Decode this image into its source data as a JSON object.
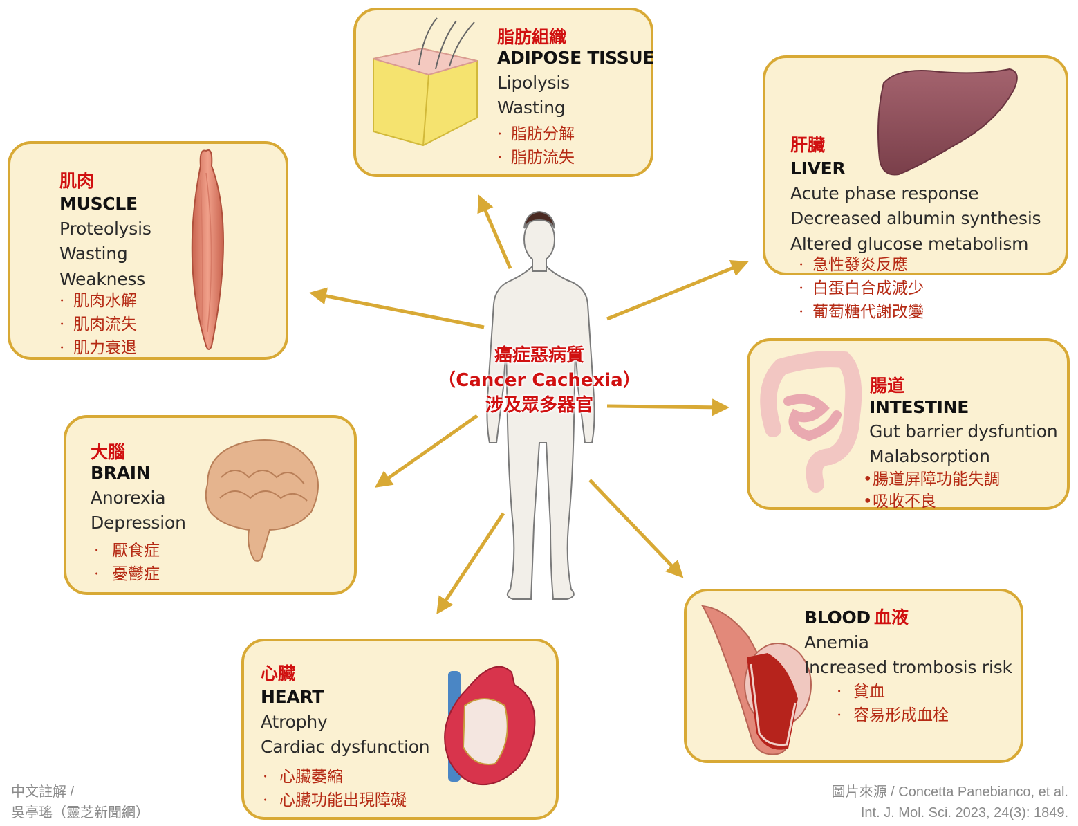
{
  "center": {
    "line1": "癌症惡病質",
    "line2": "（Cancer Cachexia）",
    "line3": "涉及眾多器官"
  },
  "adipose": {
    "zh_title": "脂肪組織",
    "en_title": "ADIPOSE TISSUE",
    "en_items": [
      "Lipolysis",
      "Wasting"
    ],
    "zh_items": [
      "脂肪分解",
      "脂肪流失"
    ]
  },
  "liver": {
    "zh_title": "肝臟",
    "en_title": "LIVER",
    "en_items": [
      "Acute phase response",
      "Decreased albumin synthesis",
      "Altered glucose metabolism"
    ],
    "zh_items": [
      "急性發炎反應",
      "白蛋白合成減少",
      "葡萄糖代謝改變"
    ]
  },
  "muscle": {
    "zh_title": "肌肉",
    "en_title": "MUSCLE",
    "en_items": [
      "Proteolysis",
      "Wasting",
      "Weakness"
    ],
    "zh_items": [
      "肌肉水解",
      "肌肉流失",
      "肌力衰退"
    ]
  },
  "intestine": {
    "zh_title": "腸道",
    "en_title": "INTESTINE",
    "en_items": [
      "Gut barrier dysfuntion",
      "Malabsorption"
    ],
    "zh_items": [
      "腸道屏障功能失調",
      "吸收不良"
    ]
  },
  "brain": {
    "zh_title": "大腦",
    "en_title": "BRAIN",
    "en_items": [
      "Anorexia",
      "Depression"
    ],
    "zh_items": [
      "厭食症",
      "憂鬱症"
    ]
  },
  "blood": {
    "zh_title": "血液",
    "en_title": "BLOOD",
    "en_items": [
      "Anemia",
      "Increased trombosis risk"
    ],
    "zh_items": [
      "貧血",
      "容易形成血栓"
    ]
  },
  "heart": {
    "zh_title": "心臟",
    "en_title": "HEART",
    "en_items": [
      "Atrophy",
      "Cardiac dysfunction"
    ],
    "zh_items": [
      "心臟萎縮",
      "心臟功能出現障礙"
    ]
  },
  "credit_left": {
    "line1": "中文註解 /",
    "line2": "吳亭瑤（靈芝新聞網）"
  },
  "credit_right": {
    "line1": "圖片來源 / Concetta Panebianco, et al.",
    "line2": "Int. J. Mol. Sci. 2023, 24(3): 1849."
  },
  "colors": {
    "box_fill": "#fbf1d2",
    "box_border": "#d8a935",
    "arrow": "#d8a935",
    "zh_title": "#d01010",
    "zh_item": "#b52a14"
  }
}
